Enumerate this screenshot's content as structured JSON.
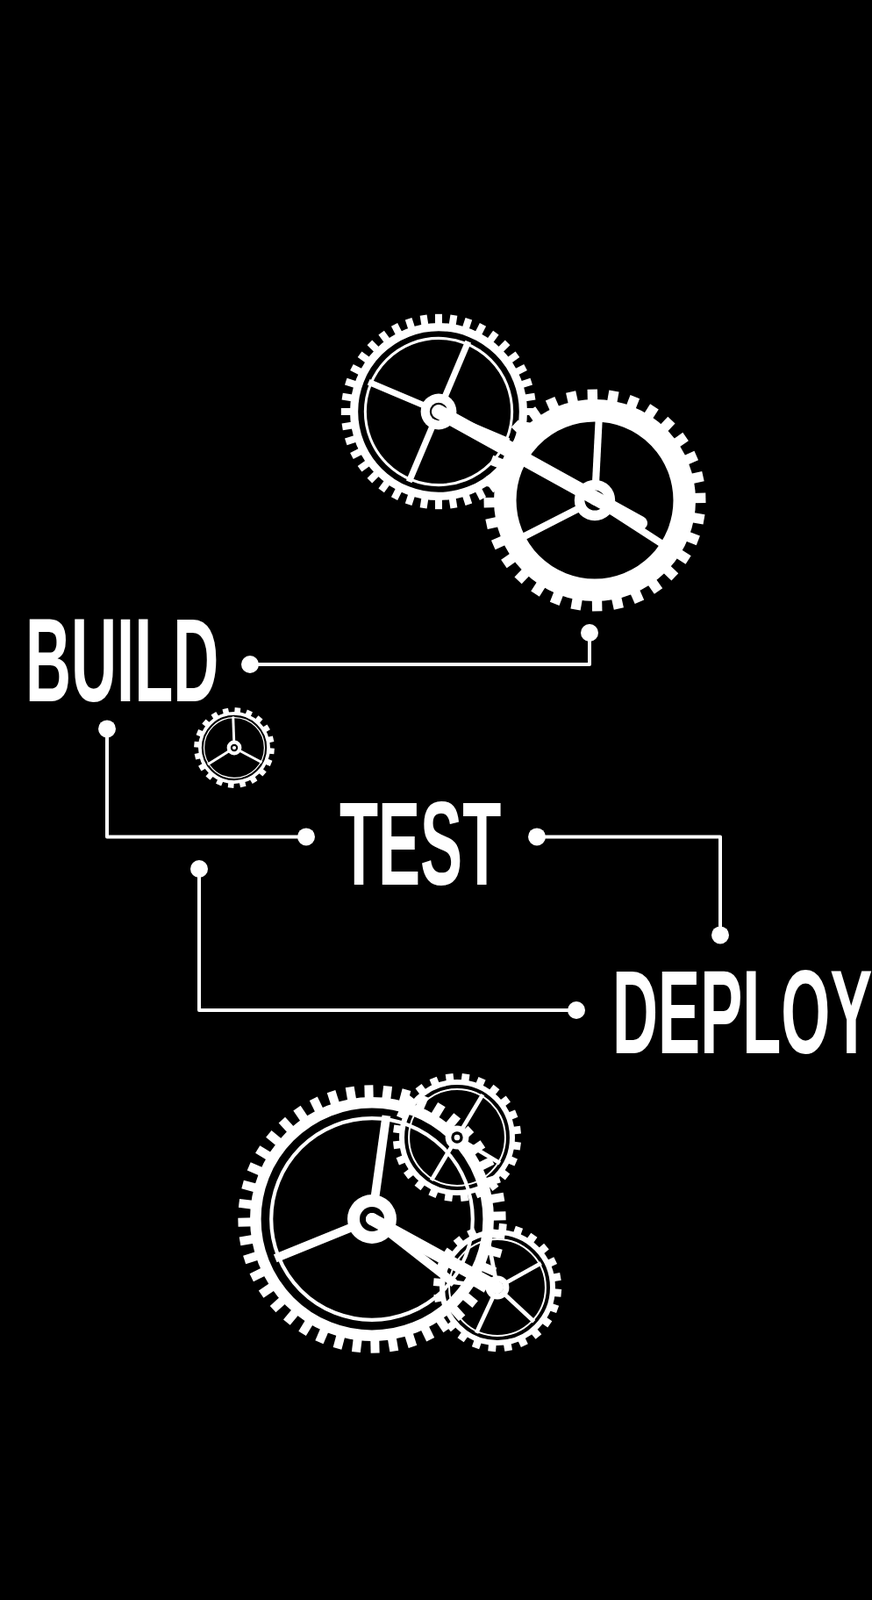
{
  "diagram": {
    "nodes": [
      {
        "text": [
          "BUILD"
        ]
      },
      {
        "text": [
          "TEST"
        ]
      },
      {
        "text": [
          "DEPLOY"
        ]
      }
    ],
    "edges": [
      {
        "from": 0,
        "to": 1,
        "arrow": "none"
      },
      {
        "from": 1,
        "to": 2,
        "arrow": "none"
      }
    ]
  }
}
